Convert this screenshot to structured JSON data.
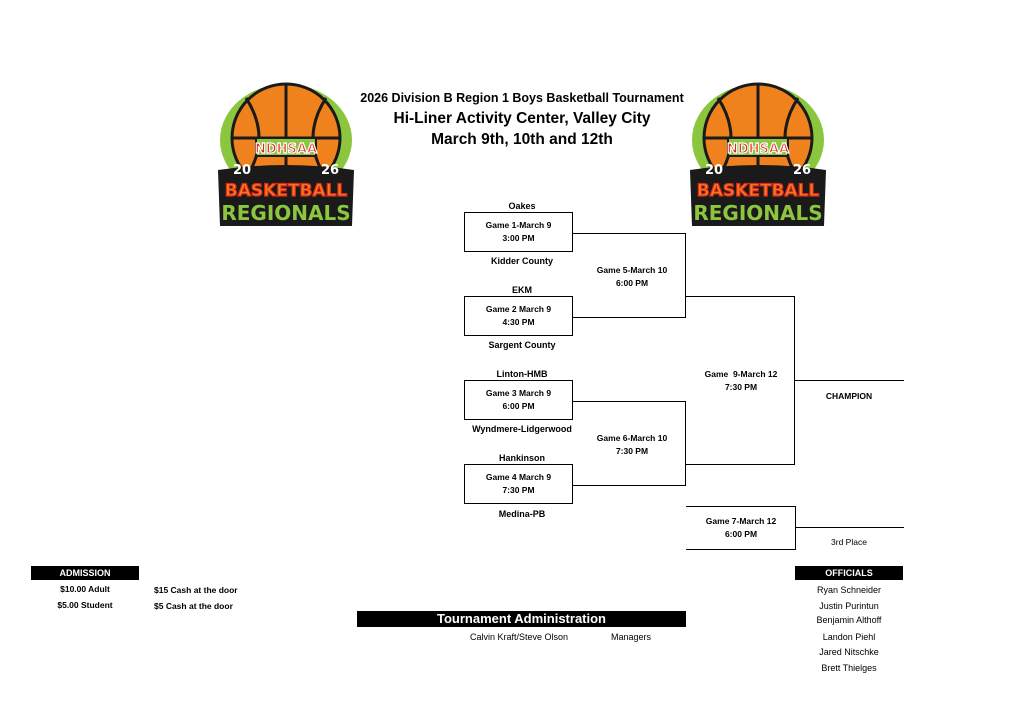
{
  "header": {
    "title": "2026 Division B Region 1 Boys Basketball Tournament",
    "venue": "Hi-Liner Activity Center, Valley City",
    "dates": "March 9th, 10th and 12th"
  },
  "logo": {
    "org": "NDHSAA",
    "year_left": "20",
    "year_right": "26",
    "line1": "BASKETBALL",
    "line2": "REGIONALS",
    "colors": {
      "ball": "#f0821e",
      "green": "#8cc63f",
      "dark": "#1a1a1a",
      "red": "#e0261b"
    }
  },
  "bracket": {
    "round1": [
      {
        "top_team": "Oakes",
        "game": "Game 1-March 9",
        "time": "3:00 PM",
        "bottom_team": "Kidder County"
      },
      {
        "top_team": "EKM",
        "game": "Game 2 March 9",
        "time": "4:30 PM",
        "bottom_team": "Sargent County"
      },
      {
        "top_team": "Linton-HMB",
        "game": "Game 3 March 9",
        "time": "6:00 PM",
        "bottom_team": "Wyndmere-Lidgerwood"
      },
      {
        "top_team": "Hankinson",
        "game": "Game 4 March 9",
        "time": "7:30 PM",
        "bottom_team": "Medina-PB"
      }
    ],
    "semis": [
      {
        "game": "Game 5-March 10",
        "time": "6:00 PM"
      },
      {
        "game": "Game 6-March 10",
        "time": "7:30 PM"
      }
    ],
    "final": {
      "game": "Game  9-March 12",
      "time": "7:30 PM"
    },
    "champion_label": "CHAMPION",
    "third": {
      "game": "Game 7-March 12",
      "time": "6:00 PM",
      "label": "3rd Place"
    }
  },
  "admission": {
    "title": "ADMISSION",
    "rows": [
      {
        "price": "$10.00 Adult",
        "door": "$15 Cash at the door"
      },
      {
        "price": "$5.00 Student",
        "door": "$5 Cash at the door"
      }
    ]
  },
  "administration": {
    "title": "Tournament Administration",
    "names": "Calvin Kraft/Steve Olson",
    "role": "Managers"
  },
  "officials": {
    "title": "OFFICIALS",
    "names": [
      "Ryan Schneider",
      "Justin Purintun",
      "Benjamin Althoff",
      "Landon Piehl",
      "Jared Nitschke",
      "Brett Thielges"
    ]
  }
}
